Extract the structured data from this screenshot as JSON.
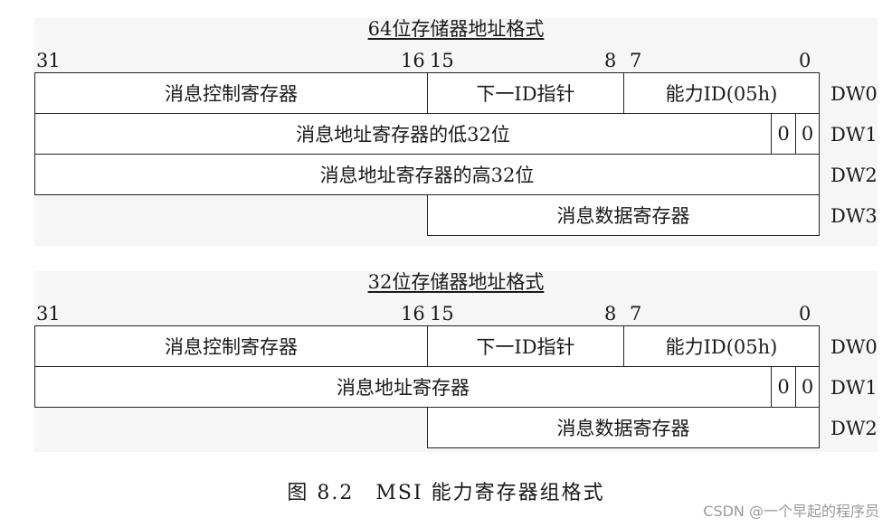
{
  "top": {
    "title": "64位存储器地址格式",
    "bits": {
      "b31": "31",
      "b16": "16",
      "b15": "15",
      "b8": "8",
      "b7": "7",
      "b0": "0"
    },
    "rows": {
      "dw0": {
        "ctrl": "消息控制寄存器",
        "next": "下一ID指针",
        "cap": "能力ID(05h)",
        "label": "DW0"
      },
      "dw1": {
        "addr": "消息地址寄存器的低32位",
        "z1": "0",
        "z2": "0",
        "label": "DW1"
      },
      "dw2": {
        "addr": "消息地址寄存器的高32位",
        "label": "DW2"
      },
      "dw3": {
        "data": "消息数据寄存器",
        "label": "DW3"
      }
    }
  },
  "bottom": {
    "title": "32位存储器地址格式",
    "bits": {
      "b31": "31",
      "b16": "16",
      "b15": "15",
      "b8": "8",
      "b7": "7",
      "b0": "0"
    },
    "rows": {
      "dw0": {
        "ctrl": "消息控制寄存器",
        "next": "下一ID指针",
        "cap": "能力ID(05h)",
        "label": "DW0"
      },
      "dw1": {
        "addr": "消息地址寄存器",
        "z1": "0",
        "z2": "0",
        "label": "DW1"
      },
      "dw2": {
        "data": "消息数据寄存器",
        "label": "DW2"
      }
    }
  },
  "caption": "图 8.2　MSI 能力寄存器组格式",
  "watermark": "CSDN @一个早起的程序员"
}
